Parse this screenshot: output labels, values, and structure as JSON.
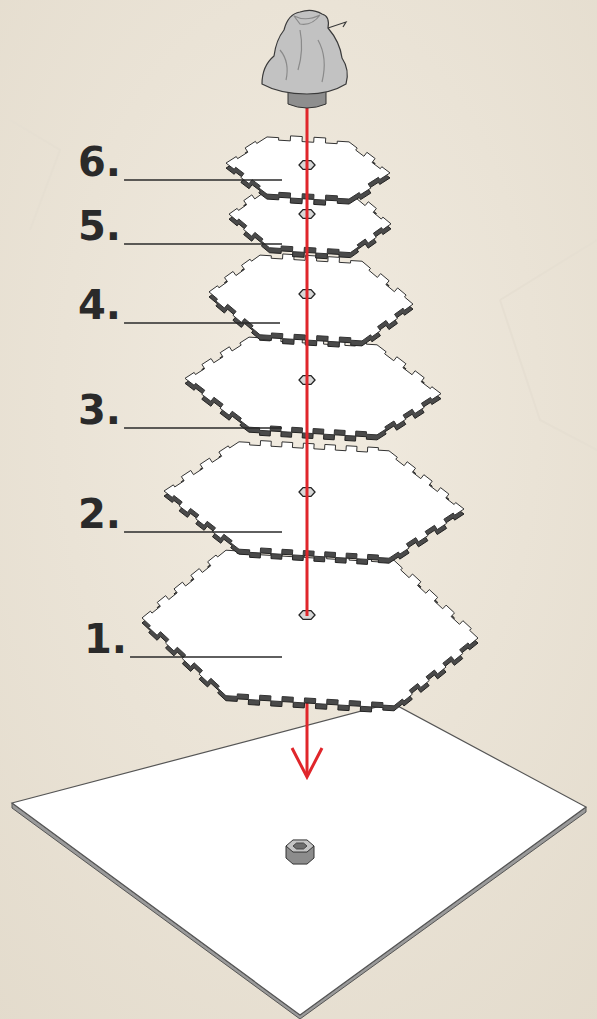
{
  "diagram": {
    "labels": [
      "6.",
      "5.",
      "4.",
      "3.",
      "2.",
      "1."
    ]
  }
}
